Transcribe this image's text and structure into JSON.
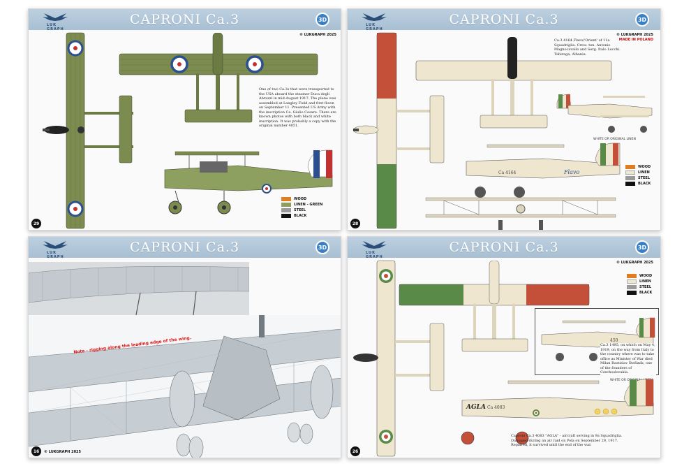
{
  "book": {
    "title": "CAPRONI Ca.3",
    "publisher": "© LUKGRAPH 2025",
    "logo_text": "LUK GRAPH",
    "badge": "3D"
  },
  "colors": {
    "wood": "#e07c22",
    "linen_green": "#8ea060",
    "linen": "#efe6d0",
    "steel": "#9a9a9a",
    "black": "#111111"
  },
  "page1": {
    "number": "29",
    "caption": "One of two Ca.3s that were transported to the USA aboard the steamer Duca degli Abruzzi in mid-August 1917. The plane was assembled at Langley Field and first flown on September 11. Presented US Army with the inscription Ca. Giulio Cesare. There are known photos with both black and white inscription. It was probably a copy with the original number 4051.",
    "legend": [
      "WOOD",
      "LINEN - GREEN",
      "STEEL",
      "BLACK"
    ]
  },
  "page2": {
    "number": "28",
    "made_in": "MADE IN POLAND",
    "caption": "Ca.3 4164 Flavo/'Orient' of 11a Squadriglia. Crew: ten. Antonio Magnocavallo and Serg. Italo Lucchi. Tahiraga, Albania.",
    "white_note": "WHITE OR ORIGINAL LINEN",
    "legend": [
      "WOOD",
      "LINEN",
      "STEEL",
      "BLACK"
    ],
    "serial": "Ca 4164",
    "name": "Flavo"
  },
  "page3": {
    "number": "16",
    "note": "Note - rigging along the leading edge of the wing."
  },
  "page4": {
    "number": "26",
    "legend": [
      "WOOD",
      "LINEN",
      "STEEL",
      "BLACK"
    ],
    "caption_top": "Ca.3 1495, on which on May 4, 1919, on the way from Italy to the country where was to take office as Minister of War died Milan Rastislav Štefánik, one of the founders of Czechoslovakia.",
    "white_note": "WHITE OR ORIGINAL LINEN",
    "caption_bottom": "Caproni Ca.3 4083 \"AGLA\" - aircraft serving in 9a Squadriglia. Damaged during an air raid on Pola on September 29, 1917. Repaired, it survived until the end of the war.",
    "serial_top": "450",
    "name_bottom": "AGLA",
    "serial_bottom": "Ca 4083"
  }
}
